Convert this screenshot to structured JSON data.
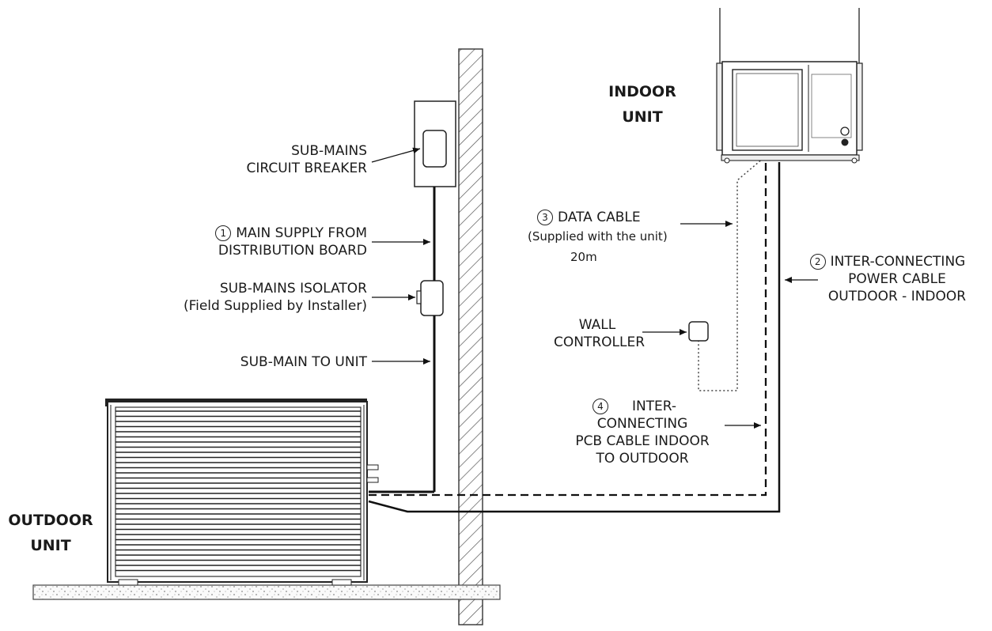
{
  "labels": {
    "indoor_unit": [
      "INDOOR",
      "UNIT"
    ],
    "outdoor_unit": [
      "OUTDOOR",
      "UNIT"
    ],
    "sub_mains_breaker": [
      "SUB-MAINS",
      "CIRCUIT BREAKER"
    ],
    "main_supply": {
      "number": "1",
      "lines": [
        "MAIN SUPPLY FROM",
        "DISTRIBUTION BOARD"
      ]
    },
    "sub_mains_isolator": [
      "SUB-MAINS ISOLATOR",
      "(Field Supplied by Installer)"
    ],
    "sub_main_to_unit": "SUB-MAIN TO UNIT",
    "data_cable": {
      "number": "3",
      "lines": [
        "DATA CABLE",
        "(Supplied with the unit)",
        "20m"
      ]
    },
    "wall_controller": [
      "WALL",
      "CONTROLLER"
    ],
    "interconnecting_power": {
      "number": "2",
      "lines": [
        "INTER-CONNECTING",
        "POWER CABLE",
        "OUTDOOR - INDOOR"
      ]
    },
    "interconnecting_pcb": {
      "number": "4",
      "lines": [
        "INTER-",
        "CONNECTING",
        "PCB CABLE INDOOR",
        "TO OUTDOOR"
      ]
    }
  }
}
